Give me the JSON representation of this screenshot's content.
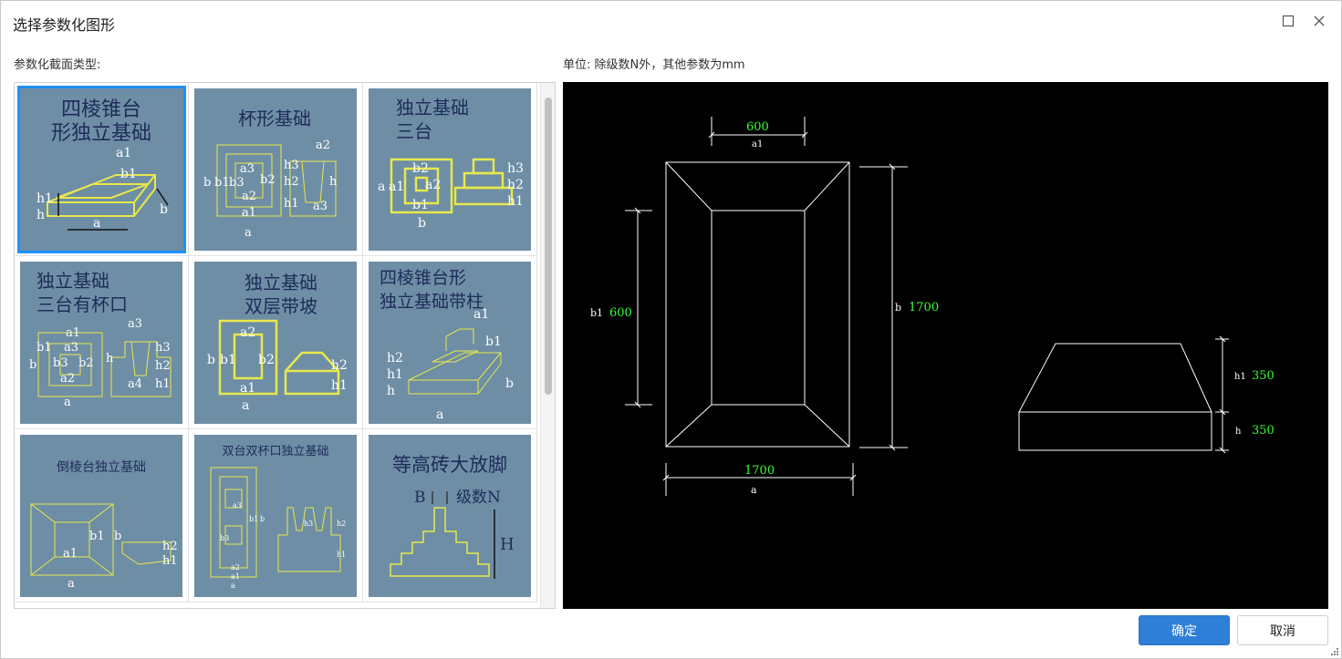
{
  "window": {
    "title": "选择参数化图形"
  },
  "labels": {
    "section_type": "参数化截面类型:",
    "unit_note": "单位:  除级数N外，其他参数为mm"
  },
  "gallery": {
    "items": [
      {
        "title_line1": "四棱锥台",
        "title_line2": "形独立基础",
        "selected": true
      },
      {
        "title_line1": "杯形基础",
        "title_line2": "",
        "selected": false
      },
      {
        "title_line1": "独立基础",
        "title_line2": "三台",
        "selected": false
      },
      {
        "title_line1": "独立基础",
        "title_line2": "三台有杯口",
        "selected": false
      },
      {
        "title_line1": "独立基础",
        "title_line2": "双层带坡",
        "selected": false
      },
      {
        "title_line1": "四棱锥台形",
        "title_line2": "独立基础带柱",
        "selected": false
      },
      {
        "title_line1": "倒棱台独立基础",
        "title_line2": "",
        "selected": false
      },
      {
        "title_line1": "双台双杯口独立基础",
        "title_line2": "",
        "selected": false
      },
      {
        "title_line1": "等高砖大放脚",
        "title_line2": "",
        "selected": false
      }
    ],
    "thumb_labels": {
      "t1": [
        "a1",
        "b1",
        "h1",
        "h",
        "a",
        "b"
      ],
      "t2": [
        "a2",
        "b",
        "b1",
        "b3",
        "a3",
        "b2",
        "a2",
        "a1",
        "a",
        "h3",
        "h2",
        "h1",
        "h",
        "a3"
      ],
      "t3": [
        "a",
        "a1",
        "b2",
        "a2",
        "b1",
        "b",
        "h3",
        "h2",
        "h1"
      ],
      "t4": [
        "a1",
        "b1",
        "a3",
        "b",
        "b3",
        "b2",
        "a2",
        "a",
        "a3",
        "h",
        "a4",
        "h3",
        "h2",
        "h1"
      ],
      "t5": [
        "b",
        "b1",
        "a2",
        "b2",
        "a1",
        "a",
        "h2",
        "h1"
      ],
      "t6": [
        "a1",
        "b1",
        "h2",
        "h1",
        "h",
        "a",
        "b"
      ],
      "t7": [
        "b1",
        "b",
        "a1",
        "a",
        "h2",
        "h1"
      ],
      "t8": [
        "a3",
        "b3",
        "b1",
        "b",
        "a2",
        "a1",
        "a",
        "h3",
        "h2",
        "h1"
      ],
      "t9": [
        "B",
        "级数N",
        "H"
      ]
    }
  },
  "preview": {
    "plan": {
      "a1_value": "600",
      "a1_label": "a1",
      "b1_label": "b1",
      "b1_value": "600",
      "b_label": "b",
      "b_value": "1700",
      "a_value": "1700",
      "a_label": "a"
    },
    "elevation": {
      "h1_label": "h1",
      "h1_value": "350",
      "h_label": "h",
      "h_value": "350"
    },
    "colors": {
      "background": "#000000",
      "lines": "#ffffff",
      "values": "#33ff33"
    }
  },
  "buttons": {
    "ok_label": "确定",
    "cancel_label": "取消"
  },
  "colors": {
    "accent": "#2f7fd8",
    "thumb_bg": "#6e8ea5",
    "selection": "#1e90ff"
  }
}
